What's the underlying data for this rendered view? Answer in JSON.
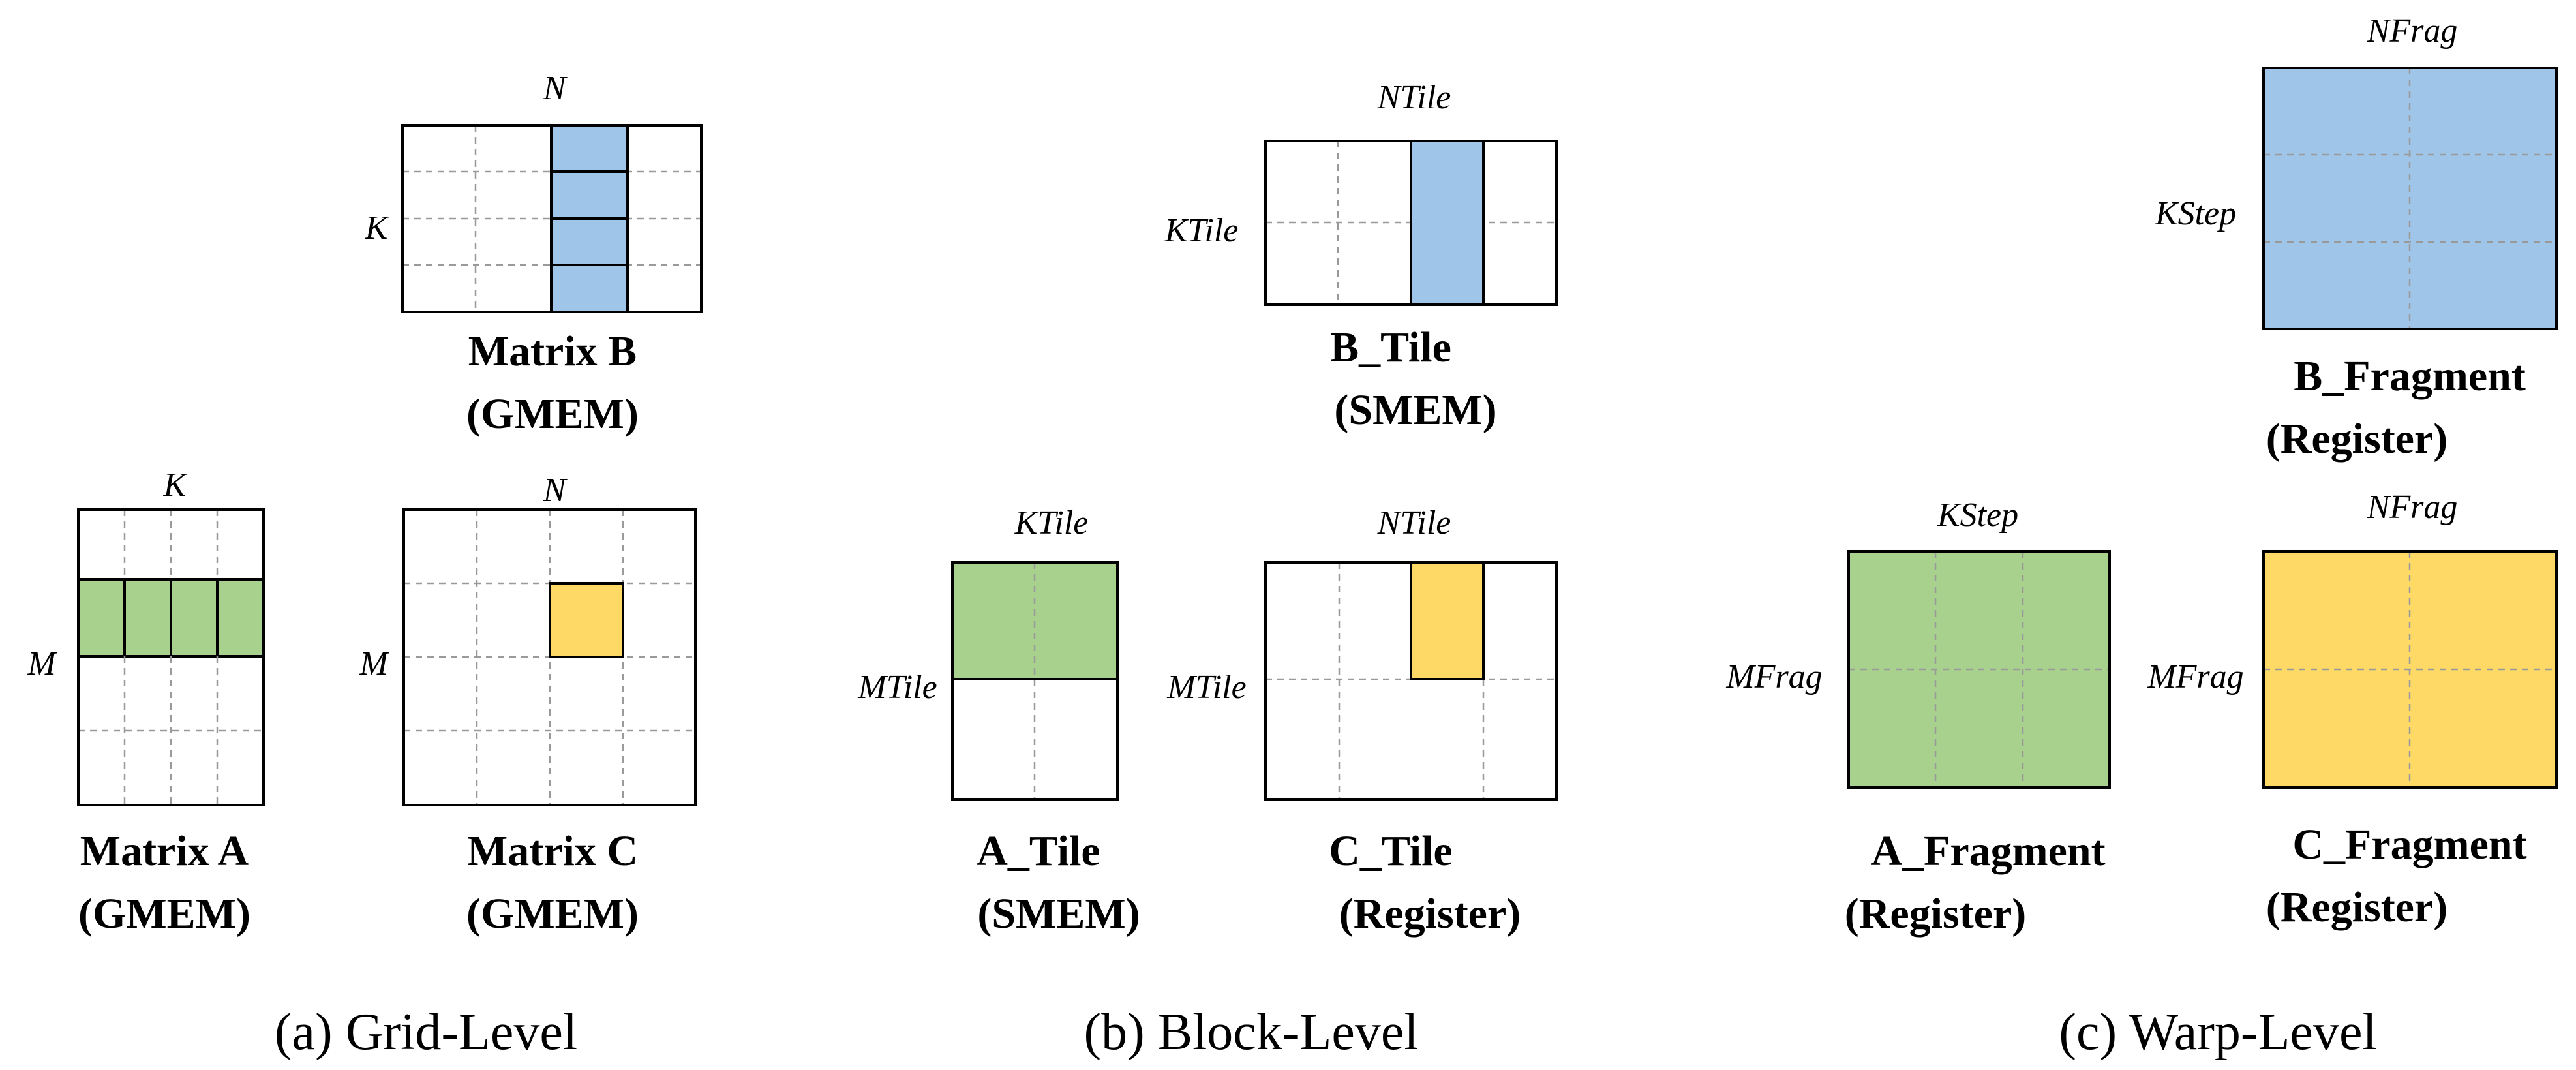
{
  "colors": {
    "blue": "#9fc5e8",
    "green": "#a9d18e",
    "yellow": "#ffd966"
  },
  "grid_level": {
    "subcaption": "(a) Grid-Level",
    "matrix_b": {
      "dim_top": "N",
      "dim_left": "K",
      "caption_line1": "Matrix B",
      "caption_line2": "(GMEM)"
    },
    "matrix_a": {
      "dim_top": "K",
      "dim_left": "M",
      "caption_line1": "Matrix A",
      "caption_line2": "(GMEM)"
    },
    "matrix_c": {
      "dim_top": "N",
      "dim_left": "M",
      "caption_line1": "Matrix C",
      "caption_line2": "(GMEM)"
    }
  },
  "block_level": {
    "subcaption": "(b) Block-Level",
    "b_tile": {
      "dim_top": "NTile",
      "dim_left": "KTile",
      "caption_line1": "B_Tile",
      "caption_line2": "(SMEM)"
    },
    "a_tile": {
      "dim_top": "KTile",
      "dim_left": "MTile",
      "caption_line1": "A_Tile",
      "caption_line2": "(SMEM)"
    },
    "c_tile": {
      "dim_top": "NTile",
      "dim_left": "MTile",
      "caption_line1": "C_Tile",
      "caption_line2": "(Register)"
    }
  },
  "warp_level": {
    "subcaption": "(c) Warp-Level",
    "b_fragment": {
      "dim_top": "NFrag",
      "dim_left": "KStep",
      "caption_line1": "B_Fragment",
      "caption_line2": "(Register)"
    },
    "a_fragment": {
      "dim_top": "KStep",
      "dim_left": "MFrag",
      "caption_line1": "A_Fragment",
      "caption_line2": "(Register)"
    },
    "c_fragment": {
      "dim_top": "NFrag",
      "dim_left": "MFrag",
      "caption_line1": "C_Fragment",
      "caption_line2": "(Register)"
    }
  }
}
